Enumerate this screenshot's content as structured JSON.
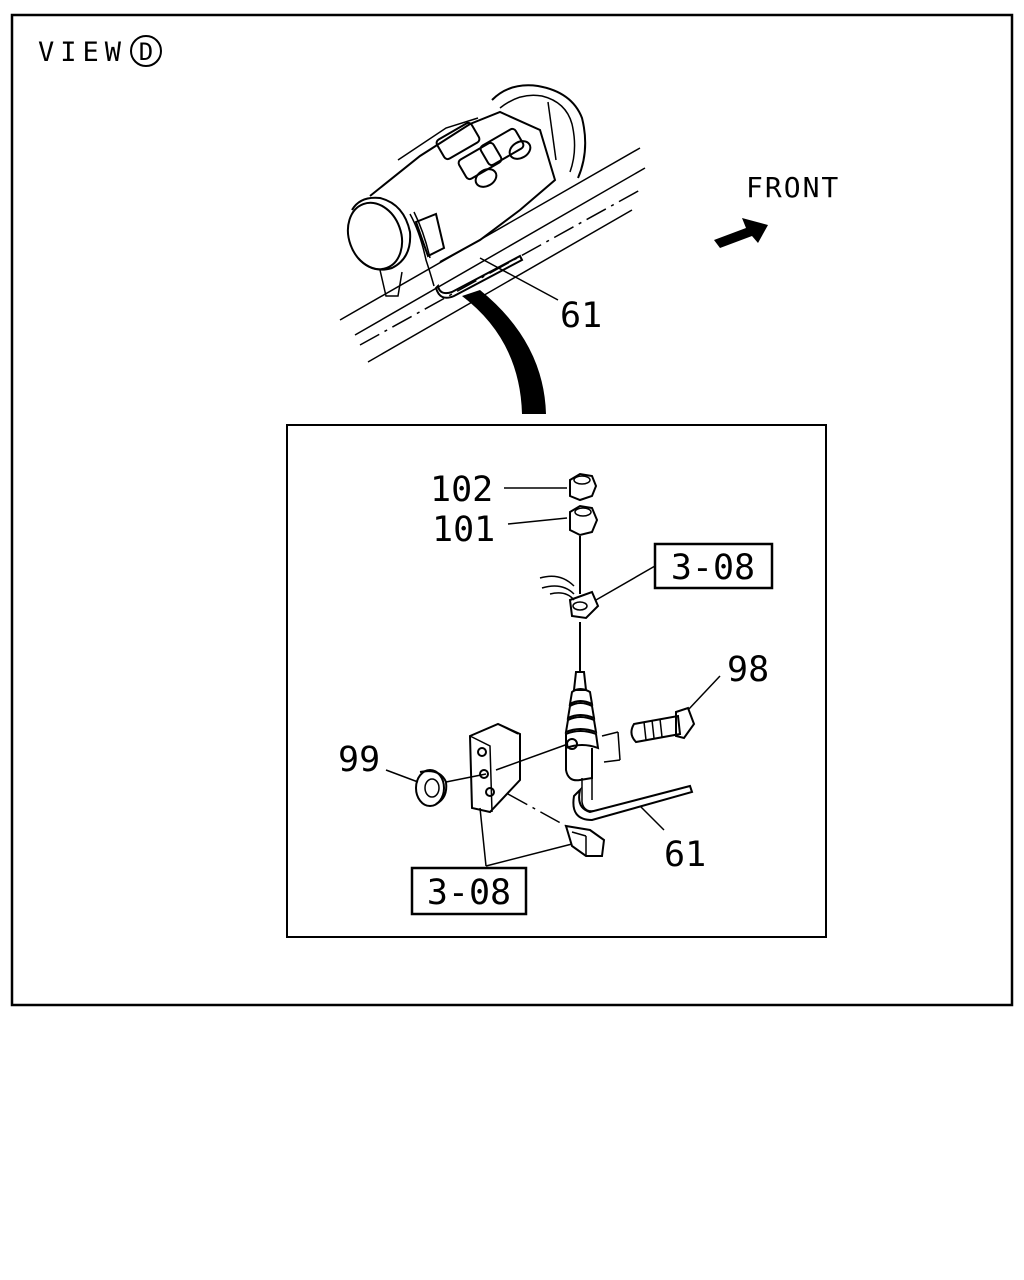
{
  "view": {
    "text": "VIEW",
    "id": "D"
  },
  "direction_label": "FRONT",
  "callouts": {
    "upper_61": "61",
    "part_102": "102",
    "part_101": "101",
    "ref_top": "3-08",
    "part_98": "98",
    "part_99": "99",
    "lower_61": "61",
    "ref_bottom": "3-08"
  }
}
